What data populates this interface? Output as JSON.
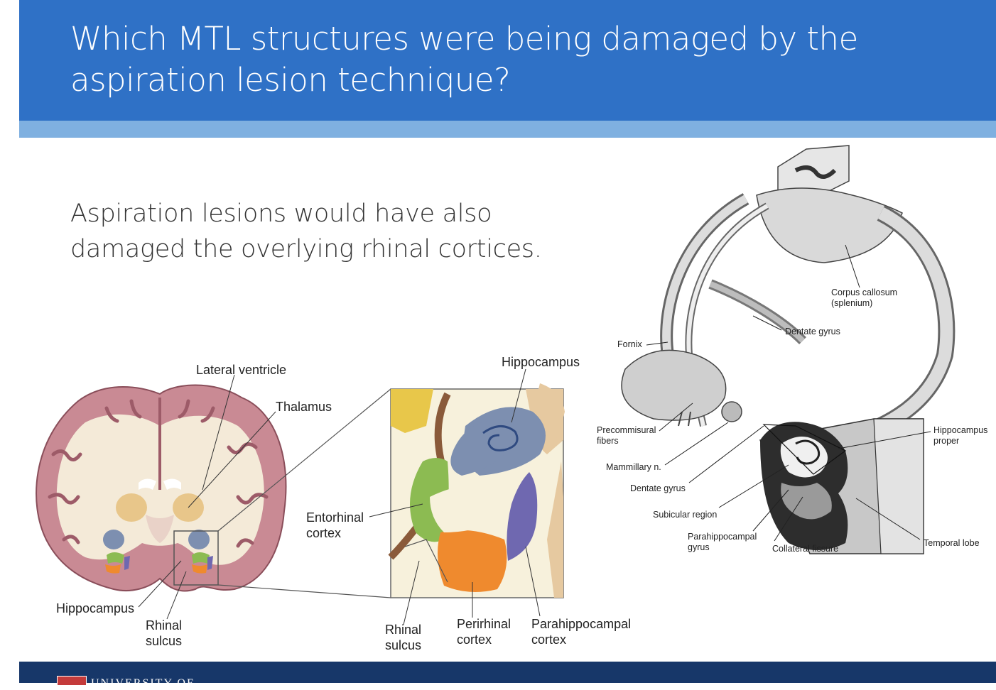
{
  "slide": {
    "title": "Which MTL structures were being damaged by the aspiration lesion technique?",
    "body": "Aspiration lesions would have also damaged the overlying rhinal cortices.",
    "footer_text": "UNIVERSITY OF"
  },
  "left_figure": {
    "labels": {
      "lateral_ventricle": "Lateral ventricle",
      "thalamus": "Thalamus",
      "hippocampus_top": "Hippocampus",
      "entorhinal": "Entorhinal cortex",
      "hippocampus_bottom": "Hippocampus",
      "rhinal_sulcus_left": "Rhinal sulcus",
      "rhinal_sulcus_mid": "Rhinal sulcus",
      "perirhinal": "Perirhinal cortex",
      "parahippocampal": "Parahippocampal cortex"
    }
  },
  "right_figure": {
    "labels": {
      "corpus_callosum": "Corpus callosum (splenium)",
      "dentate_gyrus_top": "Dentate gyrus",
      "fornix": "Fornix",
      "precommisural": "Precommisural fibers",
      "mammillary": "Mammillary n.",
      "dentate_gyrus_bottom": "Dentate gyrus",
      "subicular": "Subicular region",
      "parahippocampal_gyrus": "Parahippocampal gyrus",
      "collateral_fissure": "Collateral fissure",
      "hippocampus_proper": "Hippocampus proper",
      "temporal_lobe": "Temporal lobe"
    }
  },
  "colors": {
    "header": "#2f71c6",
    "band": "#7fb0e0",
    "footer": "#173769",
    "hippocampus": "#7d8fb0",
    "entorhinal": "#8cbb52",
    "perirhinal": "#ef8a2e",
    "parahippocampal": "#6f68b0",
    "thalamus": "#e8c68a",
    "brain_gray": "#c98a94"
  }
}
